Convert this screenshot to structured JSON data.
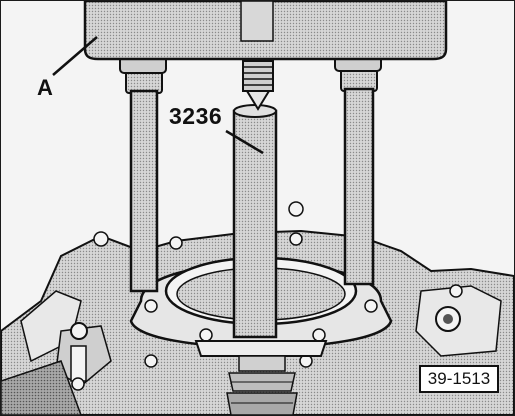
{
  "labels": {
    "part_a": "A",
    "tool_number": "3236",
    "figure_id": "39-1513"
  },
  "colors": {
    "ink": "#111111",
    "shade": "#9a9a9a",
    "light_shade": "#cfcfcf",
    "paper": "#f4f4f4"
  }
}
